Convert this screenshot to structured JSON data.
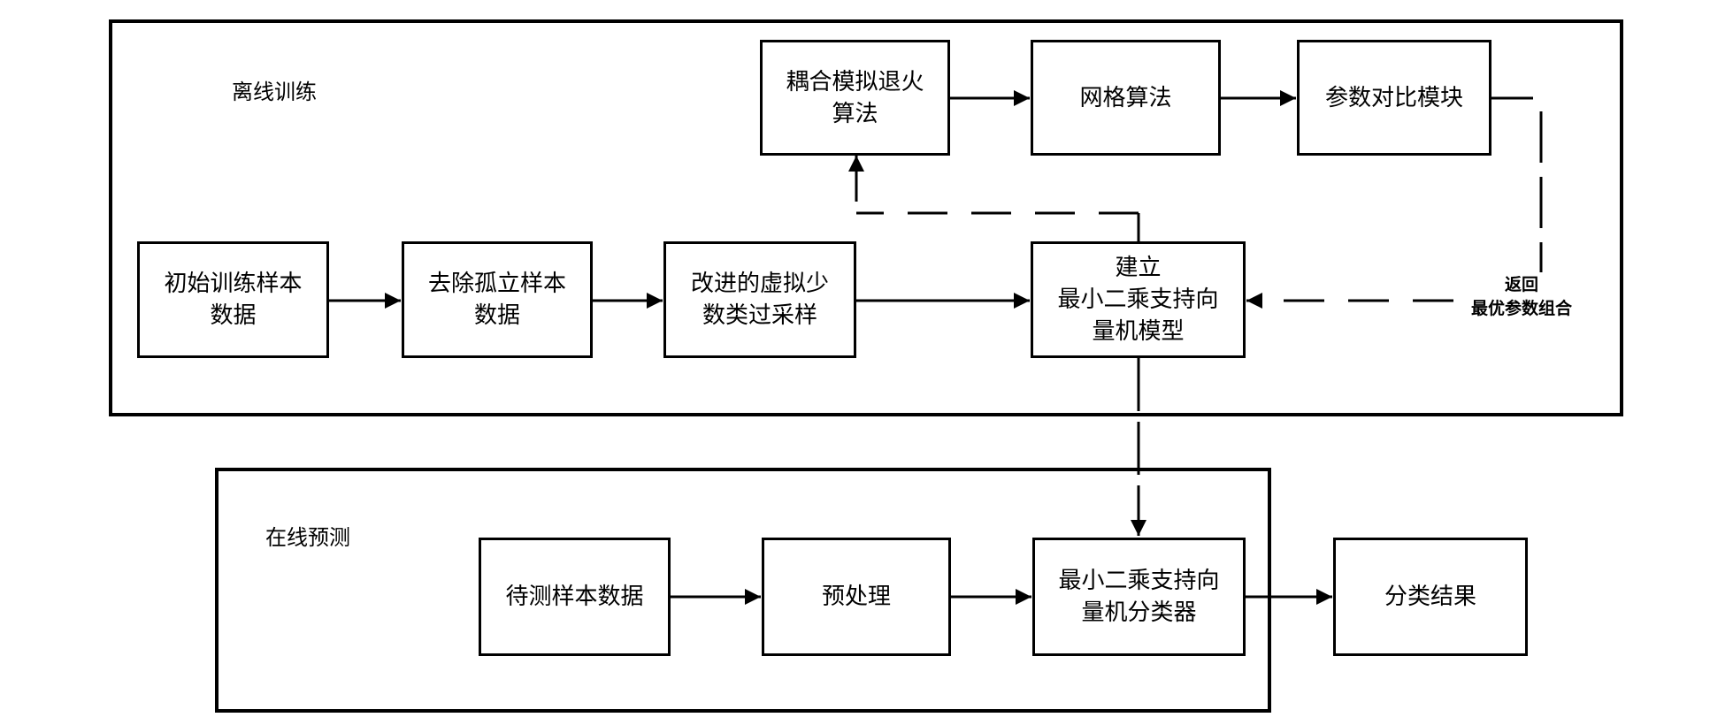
{
  "sections": {
    "offline": {
      "label": "离线训练"
    },
    "online": {
      "label": "在线预测"
    }
  },
  "offline_nodes": {
    "initial_samples": {
      "lines": [
        "初始训练样本",
        "数据"
      ]
    },
    "remove_isolated": {
      "lines": [
        "去除孤立样本",
        "数据"
      ]
    },
    "improved_smote": {
      "lines": [
        "改进的虚拟少",
        "数类过采样"
      ]
    },
    "build_lssvm": {
      "lines": [
        "建立",
        "最小二乘支持向",
        "量机模型"
      ]
    },
    "coupled_sa": {
      "lines": [
        "耦合模拟退火",
        "算法"
      ]
    },
    "grid_search": {
      "lines": [
        "网格算法"
      ]
    },
    "param_compare": {
      "lines": [
        "参数对比模块"
      ]
    }
  },
  "online_nodes": {
    "test_samples": {
      "lines": [
        "待测样本数据"
      ]
    },
    "preprocess": {
      "lines": [
        "预处理"
      ]
    },
    "lssvm_classifier": {
      "lines": [
        "最小二乘支持向",
        "量机分类器"
      ]
    },
    "result": {
      "lines": [
        "分类结果"
      ]
    }
  },
  "annotations": {
    "return_optimal": {
      "lines": [
        "返回",
        "最优参数组合"
      ]
    }
  },
  "edges": [
    {
      "from": "initial_samples",
      "to": "remove_isolated",
      "style": "solid"
    },
    {
      "from": "remove_isolated",
      "to": "improved_smote",
      "style": "solid"
    },
    {
      "from": "improved_smote",
      "to": "build_lssvm",
      "style": "solid"
    },
    {
      "from": "build_lssvm",
      "to": "coupled_sa",
      "style": "dashed"
    },
    {
      "from": "coupled_sa",
      "to": "grid_search",
      "style": "solid"
    },
    {
      "from": "grid_search",
      "to": "param_compare",
      "style": "solid"
    },
    {
      "from": "param_compare",
      "to": "build_lssvm",
      "style": "dashed",
      "label": "返回 最优参数组合"
    },
    {
      "from": "build_lssvm",
      "to": "lssvm_classifier",
      "style": "dashed"
    },
    {
      "from": "test_samples",
      "to": "preprocess",
      "style": "solid"
    },
    {
      "from": "preprocess",
      "to": "lssvm_classifier",
      "style": "solid"
    },
    {
      "from": "lssvm_classifier",
      "to": "result",
      "style": "solid"
    }
  ]
}
